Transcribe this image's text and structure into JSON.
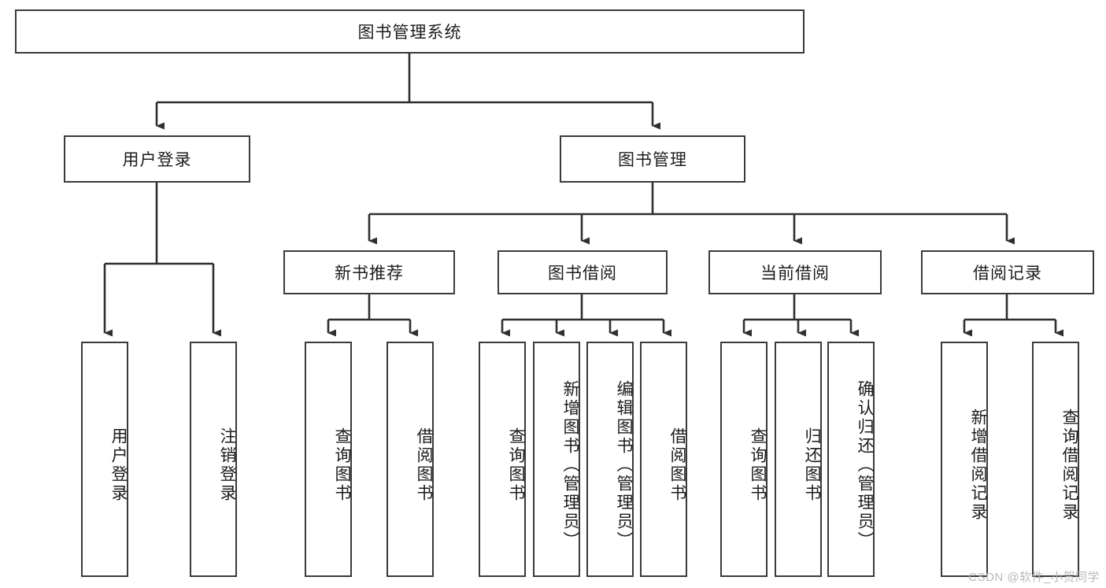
{
  "diagram": {
    "title": "图书管理系统",
    "root": {
      "label": "图书管理系统"
    },
    "level2": [
      {
        "label": "用户登录"
      },
      {
        "label": "图书管理"
      }
    ],
    "level3": [
      {
        "label": "新书推荐"
      },
      {
        "label": "图书借阅"
      },
      {
        "label": "当前借阅"
      },
      {
        "label": "借阅记录"
      }
    ],
    "leaves": {
      "user_login": [
        {
          "label": "用户登录"
        },
        {
          "label": "注销登录"
        }
      ],
      "new_book_recommend": [
        {
          "label": "查询图书"
        },
        {
          "label": "借阅图书"
        }
      ],
      "book_borrow": [
        {
          "label": "查询图书"
        },
        {
          "label": "新增图书（管理员）"
        },
        {
          "label": "编辑图书（管理员）"
        },
        {
          "label": "借阅图书"
        }
      ],
      "current_borrow": [
        {
          "label": "查询图书"
        },
        {
          "label": "归还图书"
        },
        {
          "label": "确认归还（管理员）"
        }
      ],
      "borrow_record": [
        {
          "label": "新增借阅记录"
        },
        {
          "label": "查询借阅记录"
        }
      ]
    }
  },
  "watermark": {
    "text": "CSDN @软件_小贺同学"
  },
  "colors": {
    "box_border": "#3a3a3a",
    "line": "#2f2f2f",
    "background": "#ffffff",
    "text": "#1c1c1c",
    "watermark": "#b9b9b9"
  }
}
